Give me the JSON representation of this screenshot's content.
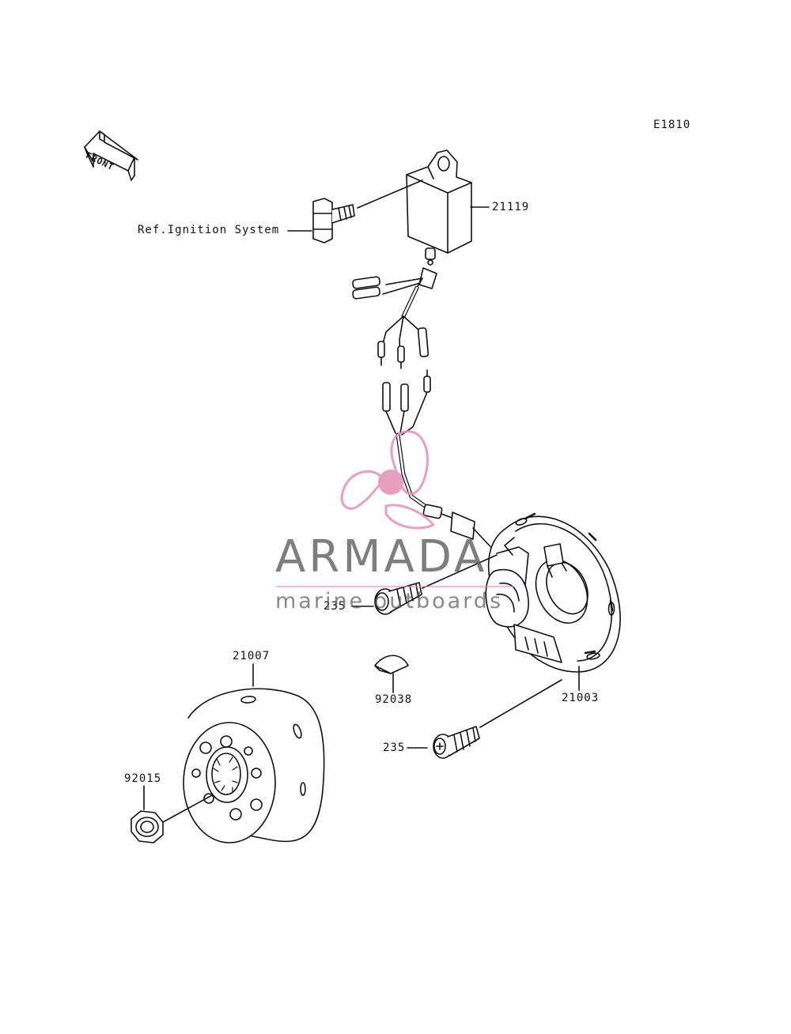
{
  "diagram": {
    "code": "E1810",
    "front_label": "FRONT",
    "ref_label": "Ref.Ignition System",
    "parts": {
      "cdi_unit": "21119",
      "stator": "21003",
      "flywheel": "21007",
      "woodruff_key": "92038",
      "flywheel_nut": "92015",
      "stator_bolt_upper": "235",
      "stator_bolt_lower": "235"
    }
  },
  "watermark": {
    "title": "ARMADA",
    "subtitle": "marine outboards",
    "colors": {
      "logo": "#e38fb4",
      "text": "#5a5a5a"
    }
  }
}
